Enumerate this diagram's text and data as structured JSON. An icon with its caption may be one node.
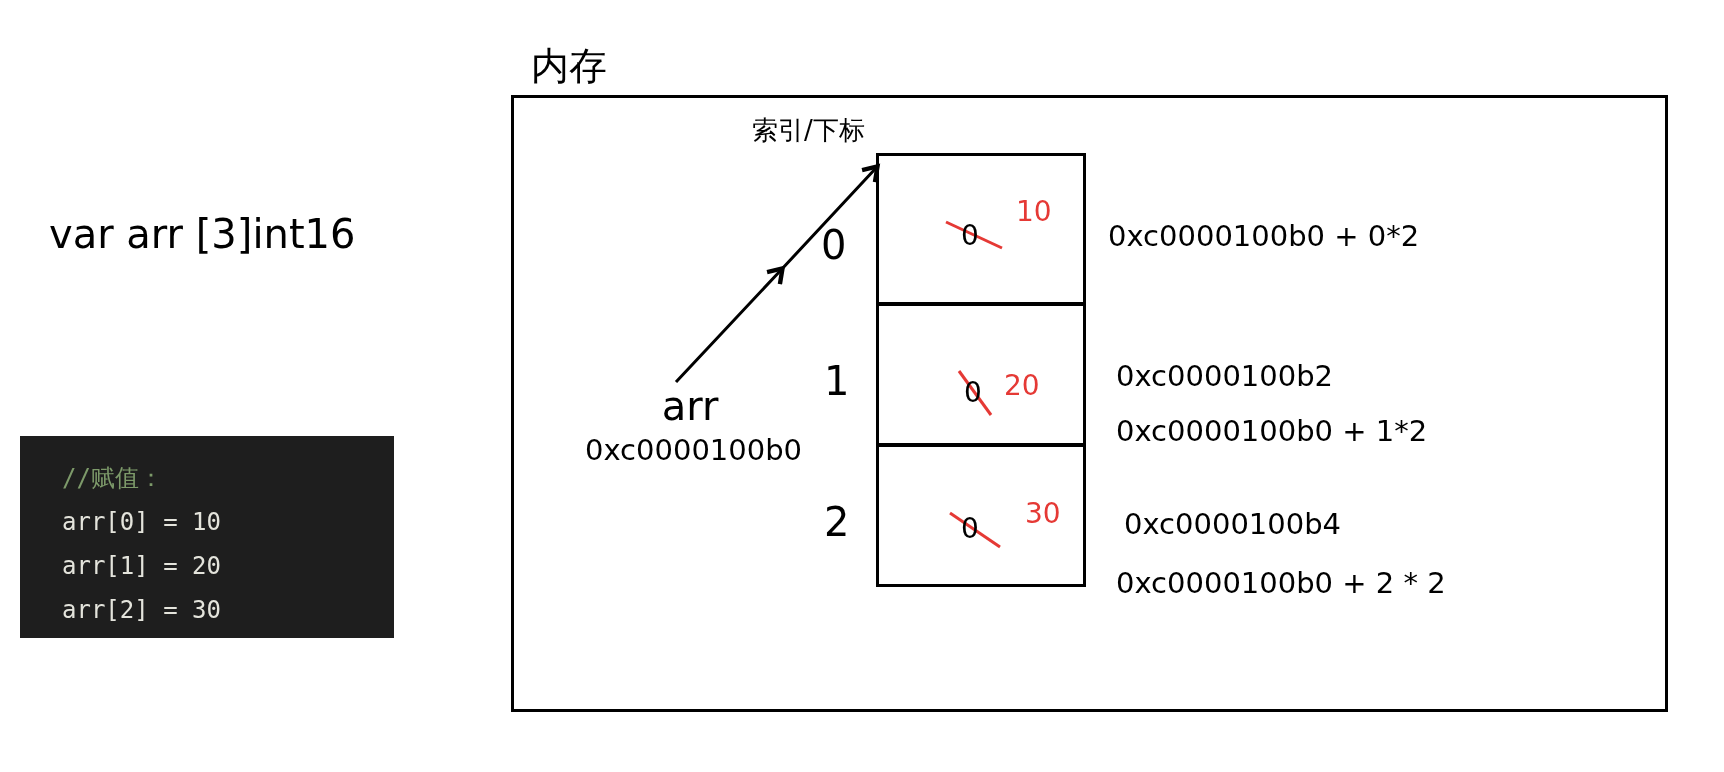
{
  "diagram": {
    "nodes": [
      {
        "text": [
          "内存"
        ]
      },
      {
        "text": [
          "0",
          "10"
        ],
        "in": 0,
        "beside": [
          "0",
          "0xc0000100b0 + 0*2"
        ]
      },
      {
        "text": [
          "0",
          "20"
        ],
        "in": 0,
        "beside": [
          "1",
          "0xc0000100b2",
          "0xc0000100b0 + 1*2"
        ]
      },
      {
        "text": [
          "0",
          "30"
        ],
        "in": 0,
        "beside": [
          "2",
          "0xc0000100b4",
          "0xc0000100b0 + 2 * 2"
        ]
      },
      {
        "text": [
          "arr",
          "0xc0000100b0"
        ],
        "in": 0
      },
      {
        "text": [
          "//赋值：",
          "arr[0] = 10",
          "arr[1] = 20",
          "arr[2] = 30"
        ]
      }
    ],
    "edges": [
      {
        "from": 4,
        "to": 1,
        "arrow": "to"
      }
    ],
    "labels": [
      "var arr [3]int16",
      "索引/下标"
    ]
  }
}
